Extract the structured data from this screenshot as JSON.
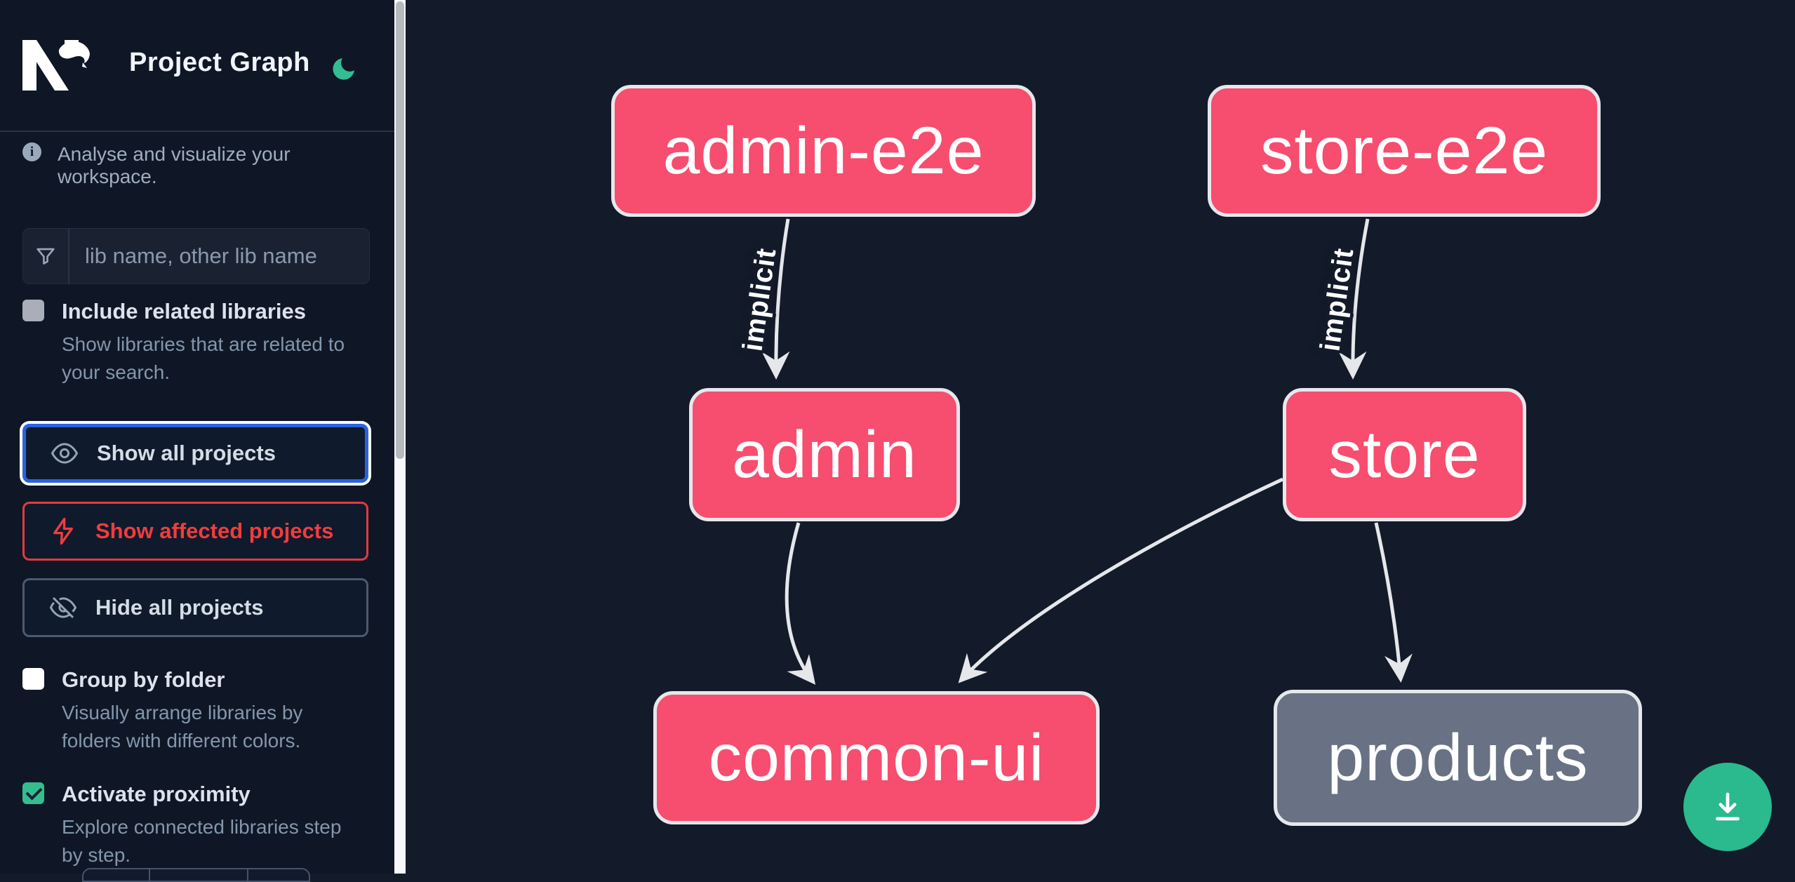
{
  "header": {
    "logo_text": "Nx",
    "title": "Project Graph",
    "theme_icon": "moon-icon"
  },
  "sidebar": {
    "tagline": "Analyse and visualize your workspace.",
    "search": {
      "placeholder": "lib name, other lib name",
      "icon": "filter-funnel-icon"
    },
    "include_related": {
      "label": "Include related libraries",
      "description": "Show libraries that are related to your search.",
      "checked": false
    },
    "actions": {
      "show_all": {
        "label": "Show all projects",
        "icon": "eye-icon",
        "focused": true
      },
      "show_affected": {
        "label": "Show affected projects",
        "icon": "bolt-icon",
        "accent": "#ef3d3d"
      },
      "hide_all": {
        "label": "Hide all projects",
        "icon": "eye-off-icon"
      }
    },
    "group_by_folder": {
      "label": "Group by folder",
      "description": "Visually arrange libraries by folders with different colors.",
      "checked": false
    },
    "activate_proximity": {
      "label": "Activate proximity",
      "description": "Explore connected libraries step by step.",
      "checked": true
    }
  },
  "graph": {
    "nodes": [
      {
        "id": "admin-e2e",
        "label": "admin-e2e",
        "highlighted": true
      },
      {
        "id": "store-e2e",
        "label": "store-e2e",
        "highlighted": true
      },
      {
        "id": "admin",
        "label": "admin",
        "highlighted": true
      },
      {
        "id": "store",
        "label": "store",
        "highlighted": true
      },
      {
        "id": "common-ui",
        "label": "common-ui",
        "highlighted": true
      },
      {
        "id": "products",
        "label": "products",
        "highlighted": false
      }
    ],
    "edges": [
      {
        "from": "admin-e2e",
        "to": "admin",
        "label": "implicit"
      },
      {
        "from": "store-e2e",
        "to": "store",
        "label": "implicit"
      },
      {
        "from": "admin",
        "to": "common-ui",
        "label": ""
      },
      {
        "from": "store",
        "to": "common-ui",
        "label": ""
      },
      {
        "from": "store",
        "to": "products",
        "label": ""
      }
    ]
  },
  "fab": {
    "icon": "download-icon"
  },
  "colors": {
    "background": "#131a29",
    "sidebar_background": "#0f1726",
    "node_highlighted": "#f74d6e",
    "node_unfocused": "#697284",
    "node_border": "#e6e8ec",
    "edge": "#e5e7eb",
    "accent_green": "#35bd8e",
    "focus_blue": "#2a63e0",
    "affected_red": "#ef3d3d",
    "scroll_thumb": "#b6babf"
  }
}
